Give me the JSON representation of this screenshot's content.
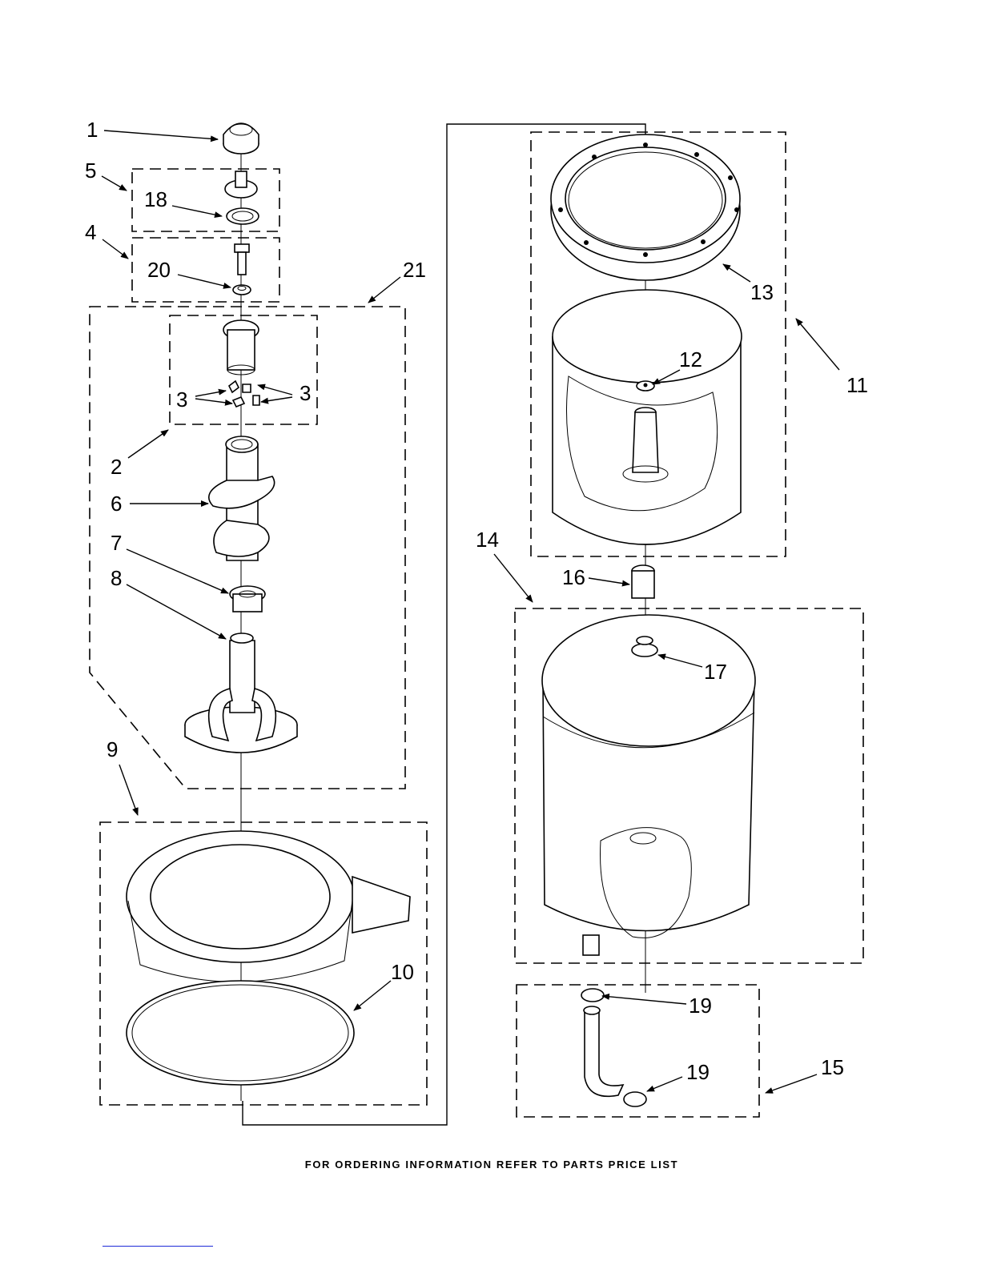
{
  "footer_text": "FOR ORDERING INFORMATION REFER TO PARTS PRICE LIST",
  "callouts": {
    "c1": "1",
    "c2": "2",
    "c3a": "3",
    "c3b": "3",
    "c4": "4",
    "c5": "5",
    "c6": "6",
    "c7": "7",
    "c8": "8",
    "c9": "9",
    "c10": "10",
    "c11": "11",
    "c12": "12",
    "c13": "13",
    "c14": "14",
    "c15": "15",
    "c16": "16",
    "c17": "17",
    "c18": "18",
    "c19a": "19",
    "c19b": "19",
    "c20": "20",
    "c21": "21"
  },
  "colors": {
    "line": "#000000",
    "background": "#ffffff",
    "link": "#1e2ad8"
  }
}
